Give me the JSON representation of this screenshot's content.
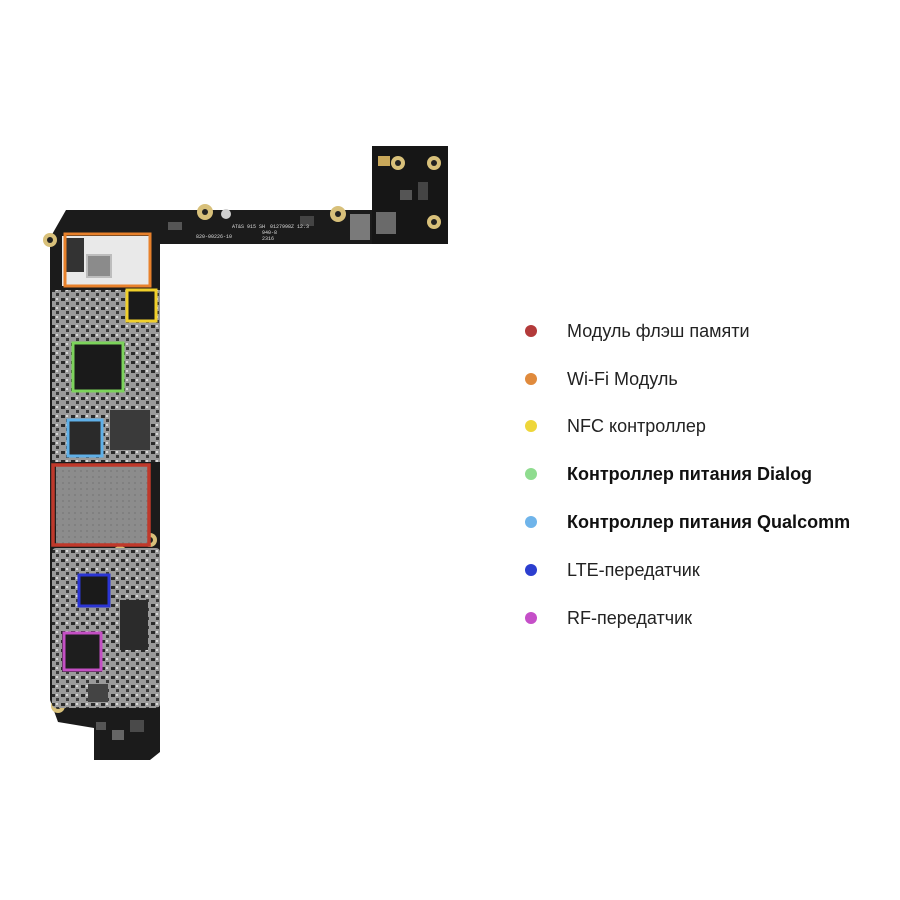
{
  "board": {
    "silkscreen": [
      "AT&S 915 SH",
      "0127998Z 12.3",
      "940-8",
      "2316",
      "820-00226-10"
    ]
  },
  "components": [
    {
      "id": "flash",
      "color": "#c0392b"
    },
    {
      "id": "wifi",
      "color": "#e8812b"
    },
    {
      "id": "nfc",
      "color": "#f1d02a"
    },
    {
      "id": "pmic-dialog",
      "color": "#7cd35b"
    },
    {
      "id": "pmic-qualcomm",
      "color": "#5fb0e8"
    },
    {
      "id": "lte",
      "color": "#2b35d4"
    },
    {
      "id": "rf",
      "color": "#c44fc4"
    }
  ],
  "legend": {
    "items": [
      {
        "label": "Модуль флэш памяти",
        "color": "#b33a3a",
        "bold": false
      },
      {
        "label": "Wi-Fi Модуль",
        "color": "#e08a3c",
        "bold": false
      },
      {
        "label": "NFC контроллер",
        "color": "#eed63a",
        "bold": false
      },
      {
        "label": "Контроллер питания Dialog",
        "color": "#8fdc8f",
        "bold": true
      },
      {
        "label": "Контроллер питания Qualcomm",
        "color": "#6fb4ea",
        "bold": true
      },
      {
        "label": "LTE-передатчик",
        "color": "#2c3ecf",
        "bold": false
      },
      {
        "label": "RF-передатчик",
        "color": "#c54fc8",
        "bold": false
      }
    ]
  }
}
